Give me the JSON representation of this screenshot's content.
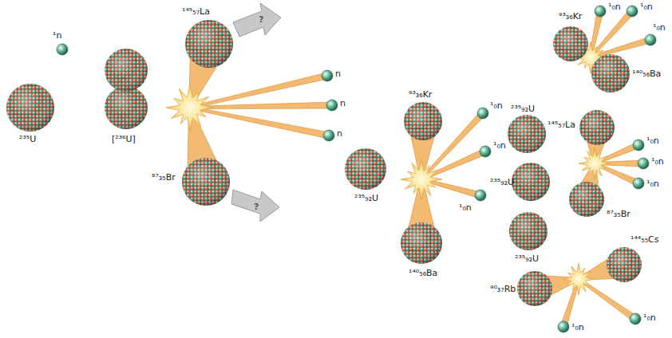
{
  "diagram": {
    "labels": [
      "¹n",
      "²³⁵U",
      "[²³⁶U]",
      "¹⁴⁵₅₇La",
      "⁸⁷₃₅Br",
      "?",
      "?",
      "n",
      "n",
      "n",
      "²³⁵₉₂U",
      "⁹³₃₆Kr",
      "¹₀n",
      "¹₀n",
      "¹₀n",
      "²³⁵₉₂U",
      "²³⁵₉₂U",
      "²³⁵₉₂U",
      "¹⁴⁰₅₆Ba",
      "⁹³₃₆Kr",
      "¹₀n",
      "¹₀n",
      "¹₀n",
      "¹⁴⁰₅₆Ba",
      "¹⁴⁵₅₇La",
      "¹₀n",
      "¹₀n",
      "¹₀n",
      "⁸⁷₃₅Br",
      "¹⁴⁴₅₅Cs",
      "⁹⁰₃₇Rb",
      "¹₀n",
      "¹₀n"
    ]
  }
}
